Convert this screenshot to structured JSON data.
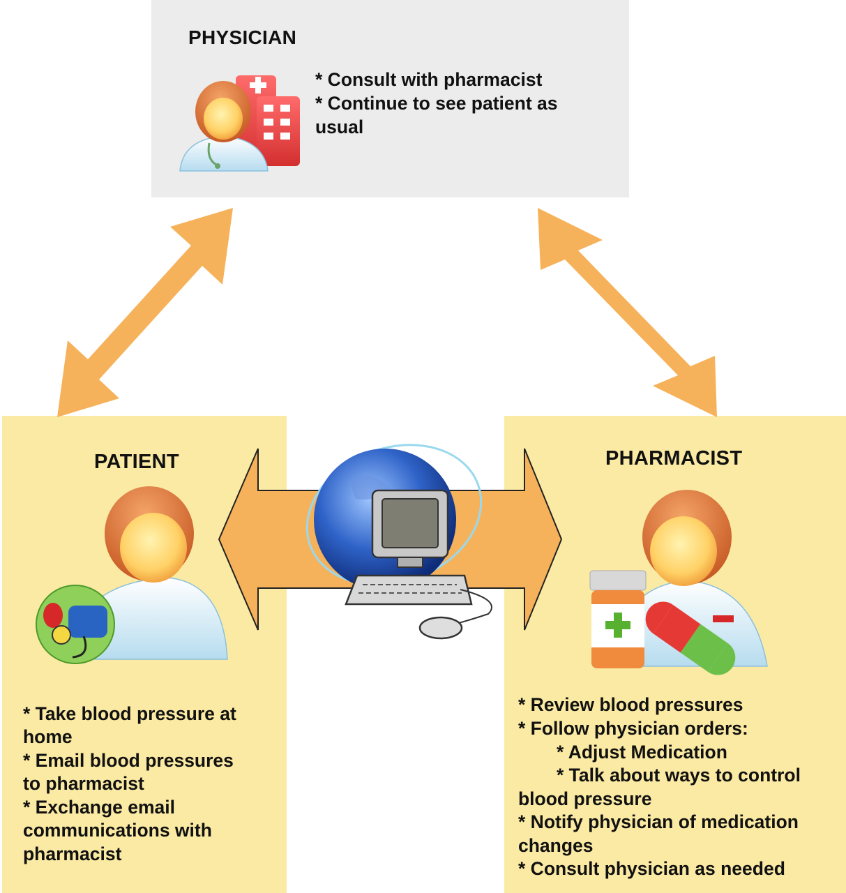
{
  "physician": {
    "title": "PHYSICIAN",
    "lines": [
      "* Consult with pharmacist",
      "* Continue to see patient as",
      "usual"
    ]
  },
  "patient": {
    "title": "PATIENT",
    "lines": [
      "* Take blood pressure at",
      "home",
      "* Email blood pressures",
      "to pharmacist",
      "* Exchange email",
      "communications with",
      "pharmacist"
    ]
  },
  "pharmacist": {
    "title": "PHARMACIST",
    "lines": [
      "* Review blood pressures",
      "* Follow physician orders:",
      "* Adjust Medication",
      "* Talk about ways to control",
      "blood pressure",
      "* Notify physician of medication",
      "changes",
      "* Consult physician as needed"
    ]
  },
  "colors": {
    "arrow": "#f6b25a",
    "panel": "#fbeaa3",
    "physician_panel": "#ececec"
  }
}
